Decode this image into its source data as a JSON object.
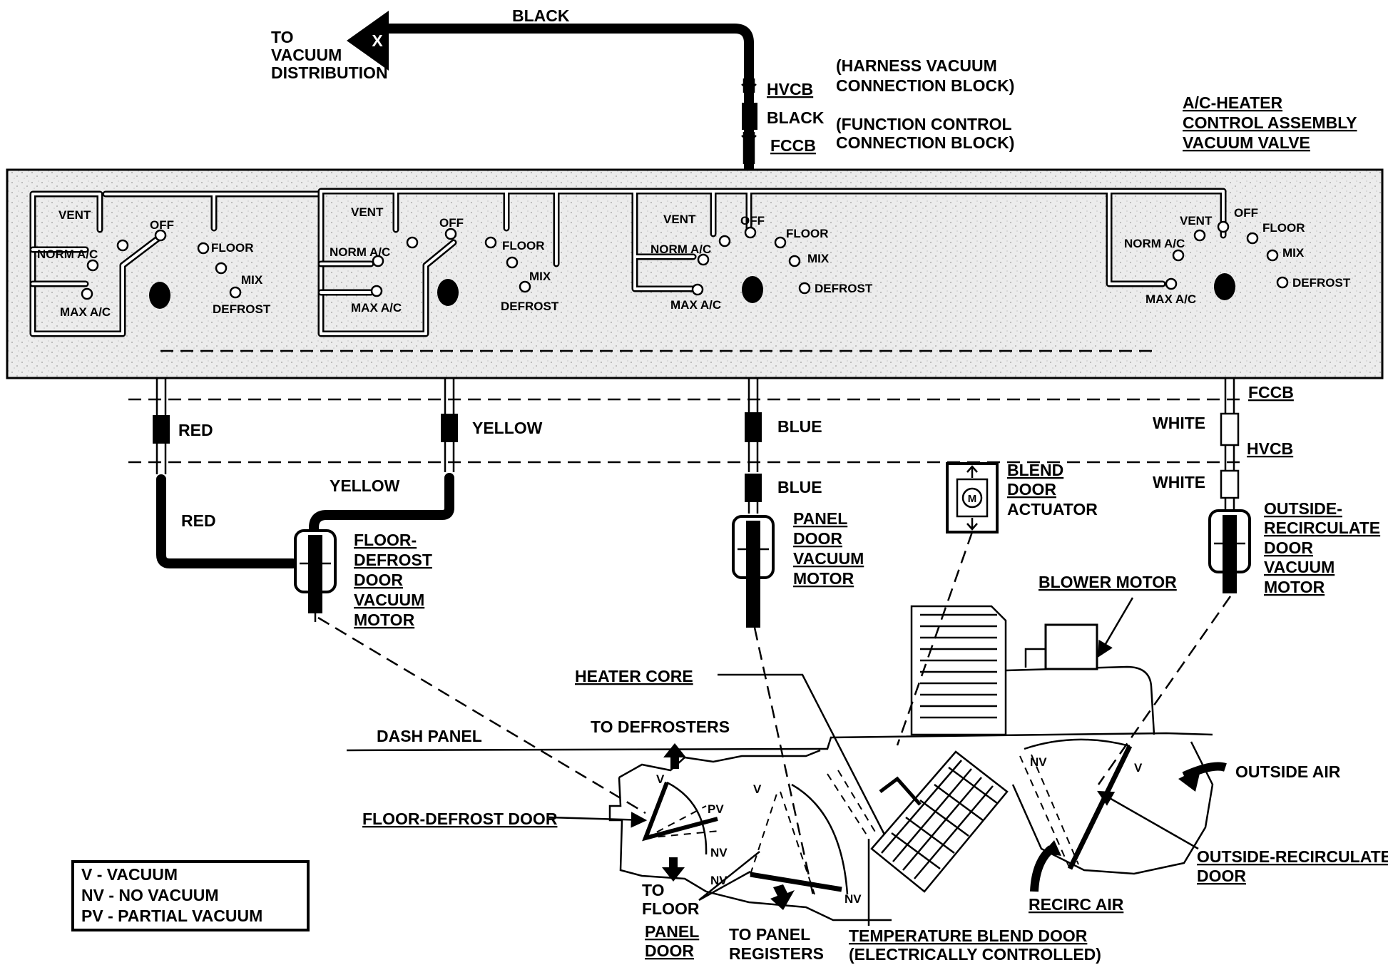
{
  "vacuum_source": {
    "line1": "TO",
    "line2": "VACUUM",
    "line3": "DISTRIBUTION",
    "x_mark": "X",
    "hose_color": "BLACK"
  },
  "hvcb_top": {
    "abbr": "HVCB",
    "desc1": "(HARNESS VACUUM",
    "desc2": "CONNECTION BLOCK)"
  },
  "black_connector": "BLACK",
  "fccb_top": {
    "abbr": "FCCB",
    "desc1": "(FUNCTION CONTROL",
    "desc2": "CONNECTION BLOCK)"
  },
  "valve_title": {
    "line1": "A/C-HEATER",
    "line2": "CONTROL ASSEMBLY",
    "line3": "VACUUM VALVE"
  },
  "valve_positions": {
    "vent": "VENT",
    "norm_ac": "NORM A/C",
    "max_ac": "MAX A/C",
    "off": "OFF",
    "floor": "FLOOR",
    "mix": "MIX",
    "defrost": "DEFROST"
  },
  "hose_colors": {
    "red": "RED",
    "yellow": "YELLOW",
    "blue": "BLUE",
    "white": "WHITE"
  },
  "connector_labels": {
    "fccb": "FCCB",
    "hvcb": "HVCB"
  },
  "motors": {
    "floor_defrost": [
      "FLOOR-",
      "DEFROST",
      "DOOR",
      "VACUUM",
      "MOTOR"
    ],
    "panel": [
      "PANEL",
      "DOOR",
      "VACUUM",
      "MOTOR"
    ],
    "outside_recirc": [
      "OUTSIDE-",
      "RECIRCULATE",
      "DOOR",
      "VACUUM",
      "MOTOR"
    ],
    "blend_actuator": [
      "BLEND",
      "DOOR",
      "ACTUATOR"
    ],
    "actuator_symbol": "M"
  },
  "housing": {
    "blower_motor": "BLOWER MOTOR",
    "heater_core": "HEATER CORE",
    "dash_panel": "DASH PANEL",
    "to_defrosters": "TO DEFROSTERS",
    "outside_air": "OUTSIDE AIR",
    "floor_defrost_door": "FLOOR-DEFROST DOOR",
    "outside_recirc_door": [
      "OUTSIDE-RECIRCULATE",
      "DOOR"
    ],
    "recirc_air": "RECIRC AIR",
    "to_floor": [
      "TO",
      "FLOOR"
    ],
    "panel_door": [
      "PANEL",
      "DOOR"
    ],
    "to_panel_registers": [
      "TO PANEL",
      "REGISTERS"
    ],
    "temp_blend_door": [
      "TEMPERATURE BLEND DOOR",
      "(ELECTRICALLY CONTROLLED)"
    ],
    "v": "V",
    "nv": "NV",
    "pv": "PV"
  },
  "legend": [
    {
      "code": "V",
      "text": "V - VACUUM"
    },
    {
      "code": "NV",
      "text": "NV - NO VACUUM"
    },
    {
      "code": "PV",
      "text": "PV - PARTIAL VACUUM"
    }
  ]
}
